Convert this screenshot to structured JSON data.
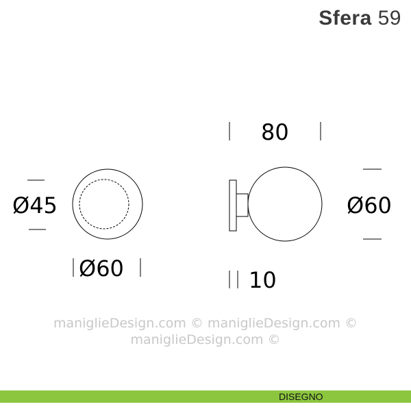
{
  "title": {
    "name": "Sfera",
    "number": "59"
  },
  "watermark": "maniglieDesign.com © maniglieDesign.com © maniglieDesign.com ©",
  "dimensions": {
    "front_inner": "Ø45",
    "front_outer": "Ø60",
    "side_length": "80",
    "side_diameter": "Ø60",
    "rose_thickness": "10"
  },
  "footer": {
    "label": "DISEGNO",
    "color": "#8cc63f"
  }
}
